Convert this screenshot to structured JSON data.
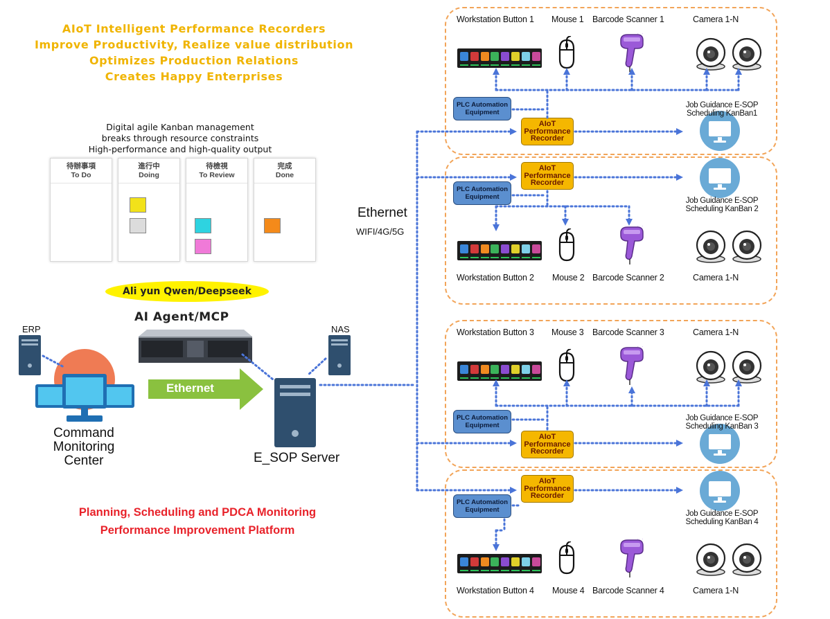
{
  "slogans": [
    "AIoT Intelligent Performance Recorders",
    "Improve Productivity, Realize value distribution",
    "Optimizes Production Relations",
    "Creates  Happy Enterprises"
  ],
  "kanban": {
    "caption": [
      "Digital agile Kanban management",
      "breaks through resource constraints",
      "High-performance and high-quality output"
    ],
    "columns": [
      {
        "zh": "待辦事項",
        "en": "To Do"
      },
      {
        "zh": "進行中",
        "en": "Doing"
      },
      {
        "zh": "待檢視",
        "en": "To Review"
      },
      {
        "zh": "完成",
        "en": "Done"
      }
    ],
    "sticky_colors": {
      "yellow": "#f2e21a",
      "gray": "#dcdcdc",
      "cyan": "#2ed3e0",
      "pink": "#f07ad8",
      "orange": "#f48a1a"
    }
  },
  "ai": {
    "badge": "Ali yun Qwen/Deepseek",
    "agent_label": "AI Agent/MCP"
  },
  "left": {
    "erp": "ERP",
    "nas": "NAS",
    "command_center": [
      "Command",
      "Monitoring",
      "Center"
    ],
    "arrow_label": "Ethernet",
    "server_label": "E_SOP Server"
  },
  "platform_text": [
    "Planning, Scheduling and PDCA Monitoring",
    "Performance Improvement Platform"
  ],
  "network": {
    "label": "Ethernet",
    "sub": "WIFI/4G/5G"
  },
  "groups": [
    {
      "button": "Workstation Button 1",
      "mouse": "Mouse 1",
      "scanner": "Barcode Scanner 1",
      "camera": "Camera 1-N",
      "recorder": [
        "AIoT",
        "Performance",
        "Recorder"
      ],
      "plc": [
        "PLC Automation",
        "Equipment"
      ],
      "kanban": [
        "Job Guidance E-SOP",
        "Scheduling KanBan1"
      ]
    },
    {
      "button": "Workstation Button 2",
      "mouse": "Mouse 2",
      "scanner": "Barcode Scanner 2",
      "camera": "Camera 1-N",
      "recorder": [
        "AIoT",
        "Performance",
        "Recorder"
      ],
      "plc": [
        "PLC Automation",
        "Equipment"
      ],
      "kanban": [
        "Job Guidance E-SOP",
        "Scheduling KanBan 2"
      ]
    },
    {
      "button": "Workstation Button 3",
      "mouse": "Mouse 3",
      "scanner": "Barcode Scanner 3",
      "camera": "Camera 1-N",
      "recorder": [
        "AIoT",
        "Performance",
        "Recorder"
      ],
      "plc": [
        "PLC Automation",
        "Equipment"
      ],
      "kanban": [
        "Job Guidance E-SOP",
        "Scheduling KanBan 3"
      ]
    },
    {
      "button": "Workstation Button 4",
      "mouse": "Mouse 4",
      "scanner": "Barcode Scanner 4",
      "camera": "Camera 1-N",
      "recorder": [
        "AIoT",
        "Performance",
        "Recorder"
      ],
      "plc": [
        "PLC Automation",
        "Equipment"
      ],
      "kanban": [
        "Job Guidance E-SOP",
        "Scheduling KanBan  4"
      ]
    }
  ],
  "colors": {
    "slogan": "#f0b400",
    "accent_red": "#e8222a",
    "link_blue": "#4a74d8",
    "group_border": "#f2a458",
    "recorder": "#f5b700",
    "plc": "#5b8fcf",
    "monitor": "#6aaad6",
    "badge": "#fff200"
  },
  "icons": [
    "server-icon",
    "monitor-icon",
    "mouse-icon",
    "barcode-scanner-icon",
    "camera-icon",
    "rack-server-icon",
    "green-arrow-icon"
  ]
}
